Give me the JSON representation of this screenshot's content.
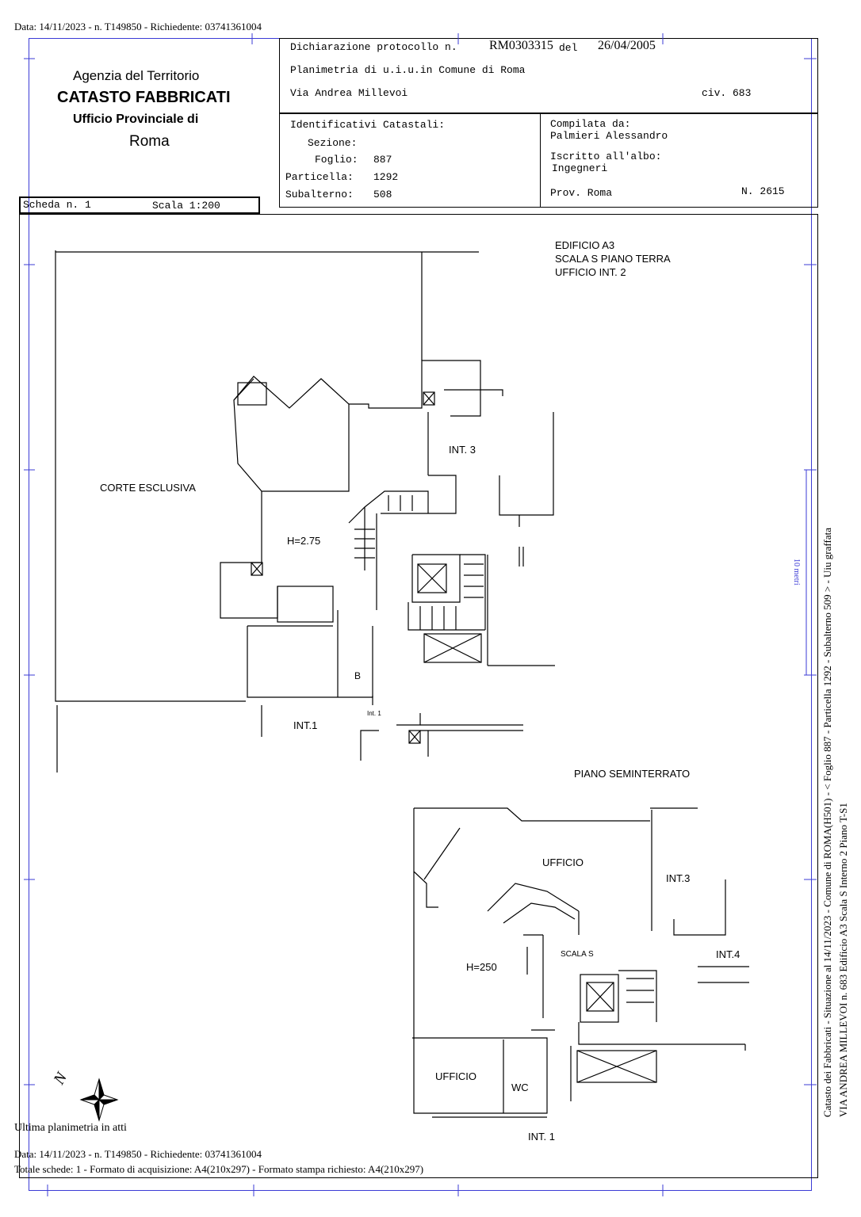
{
  "top_line": "Data: 14/11/2023 - n. T149850 - Richiedente: 03741361004",
  "agency": {
    "line1": "Agenzia del Territorio",
    "line2": "CATASTO FABBRICATI",
    "line3": "Ufficio Provinciale di",
    "line4": "Roma"
  },
  "scheda": {
    "label": "Scheda n. 1",
    "scale": "Scala 1:200"
  },
  "header": {
    "declaration": "Dichiarazione protocollo n.",
    "protocol": "RM0303315",
    "del": "del",
    "date": "26/04/2005",
    "planimetry": "Planimetria di u.i.u.in Comune di Roma",
    "street": "Via Andrea Millevoi",
    "civ": "civ. 683"
  },
  "identifiers": {
    "title": "Identificativi Catastali:",
    "sezione_label": "Sezione:",
    "foglio_label": "Foglio:",
    "foglio": "887",
    "particella_label": "Particella:",
    "particella": "1292",
    "subalterno_label": "Subalterno:",
    "subalterno": "508"
  },
  "compiler": {
    "title": "Compilata da:",
    "name": "Palmieri Alessandro",
    "albo": "Iscritto all'albo:",
    "profession": "Ingegneri",
    "prov": "Prov. Roma",
    "number": "N.  2615"
  },
  "plan_labels": {
    "building": "EDIFICIO A3",
    "stair_floor": "SCALA S PIANO TERRA",
    "office": "UFFICIO INT. 2",
    "corte": "CORTE ESCLUSIVA",
    "int3_top": "INT. 3",
    "h275": "H=2.75",
    "b": "B",
    "int1_top": "INT.1",
    "int1_small": "Int. 1",
    "seminterrato": "PIANO SEMINTERRATO",
    "ufficio1": "UFFICIO",
    "int3_bottom": "INT.3",
    "scala_s": "SCALA S",
    "int4": "INT.4",
    "h250": "H=250",
    "ufficio2": "UFFICIO",
    "wc": "WC",
    "int1_bottom": "INT. 1",
    "north": "N"
  },
  "side_text": {
    "line1": "Catasto dei Fabbricati - Situazione al 14/11/2023 - Comune di ROMA(H501) - <  Foglio 887 - Particella  1292 - Subalterno 509 > - Uiu graffata",
    "line2": "VIA ANDREA MILLEVOI n. 683  Edificio A3 Scala S Interno 2 Piano T-S1",
    "scale_mark": "10 metri"
  },
  "footer": {
    "last_plan": "Ultima planimetria in atti",
    "data_line": "Data: 14/11/2023 - n. T149850 - Richiedente: 03741361004",
    "totals": "Totale schede: 1 - Formato di acquisizione: A4(210x297)  - Formato stampa richiesto: A4(210x297)"
  }
}
